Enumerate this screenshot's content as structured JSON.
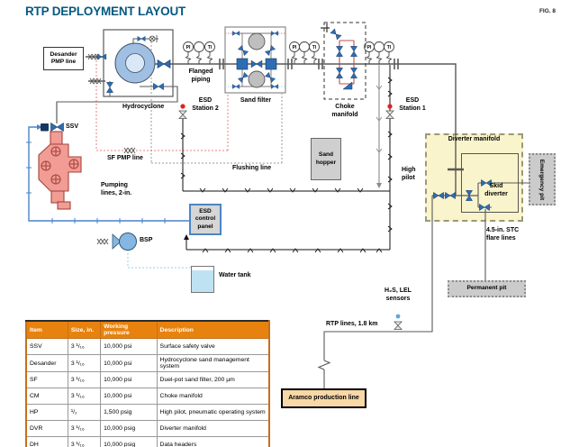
{
  "header": {
    "title": "RTP DEPLOYMENT LAYOUT",
    "figure": "FIG. 8"
  },
  "labels": {
    "desander": "Desander\nPMP line",
    "hydrocyclone": "Hydrocyclone",
    "flanged_piping": "Flanged\npiping",
    "sand_filter": "Sand filter",
    "esd_station_2": "ESD\nStation 2",
    "choke_manifold": "Choke\nmanifold",
    "esd_station_1": "ESD\nStation 1",
    "ssv": "SSV",
    "sf_pmp_line": "SF PMP line",
    "pumping_lines": "Pumping\nlines, 2-in.",
    "flushing_line": "Flushing line",
    "sand_hopper": "Sand\nhopper",
    "esd_control_panel": "ESD\ncontrol\npanel",
    "bsp": "BSP",
    "water_tank": "Water tank",
    "high_pilot": "High\npilot",
    "diverter_manifold": "Diverter manifold",
    "skid_diverter": "Skid\ndiverter",
    "emergency_pit": "Emergency pit",
    "flare_lines": "4.5-in. STC\nflare lines",
    "permanent_pit": "Permanent pit",
    "h2s_sensors": "H₂S, LEL\nsensors",
    "rtp_lines": "RTP lines, 1.8 km",
    "aramco_line": "Aramco production line",
    "gauge_pi": "PI",
    "gauge_ti": "TI"
  },
  "table": {
    "headers": [
      "Item",
      "Size, in.",
      "Working pressure",
      "Description"
    ],
    "rows": [
      {
        "item": "SSV",
        "size": "3 ¹/₁₆",
        "pressure": "10,000 psi",
        "description": "Surface safety valve"
      },
      {
        "item": "Desander",
        "size": "3 ¹/₁₆",
        "pressure": "10,000 psi",
        "description": "Hydrocyclone sand management system"
      },
      {
        "item": "SF",
        "size": "3 ¹/₁₆",
        "pressure": "10,000 psi",
        "description": "Duel-pot sand filter, 200 µm"
      },
      {
        "item": "CM",
        "size": "3 ¹/₁₆",
        "pressure": "10,000 psi",
        "description": "Choke manifold"
      },
      {
        "item": "HP",
        "size": "¹/₂",
        "pressure": "1,500 psig",
        "description": "High pilot, pneumatic operating system"
      },
      {
        "item": "DVR",
        "size": "3 ¹/₁₆",
        "pressure": "10,000 psig",
        "description": "Diverter manifold"
      },
      {
        "item": "DH",
        "size": "3 ¹/₁₆",
        "pressure": "10,000 psig",
        "description": "Data headers"
      }
    ]
  },
  "colors": {
    "title_teal": "#06597F",
    "table_orange": "#E8820E",
    "valve_blue": "#2E6DB4",
    "wellhead_salmon": "#F19C94",
    "manifold_yellow": "#FAF4CC",
    "esd_red": "#E02020"
  }
}
